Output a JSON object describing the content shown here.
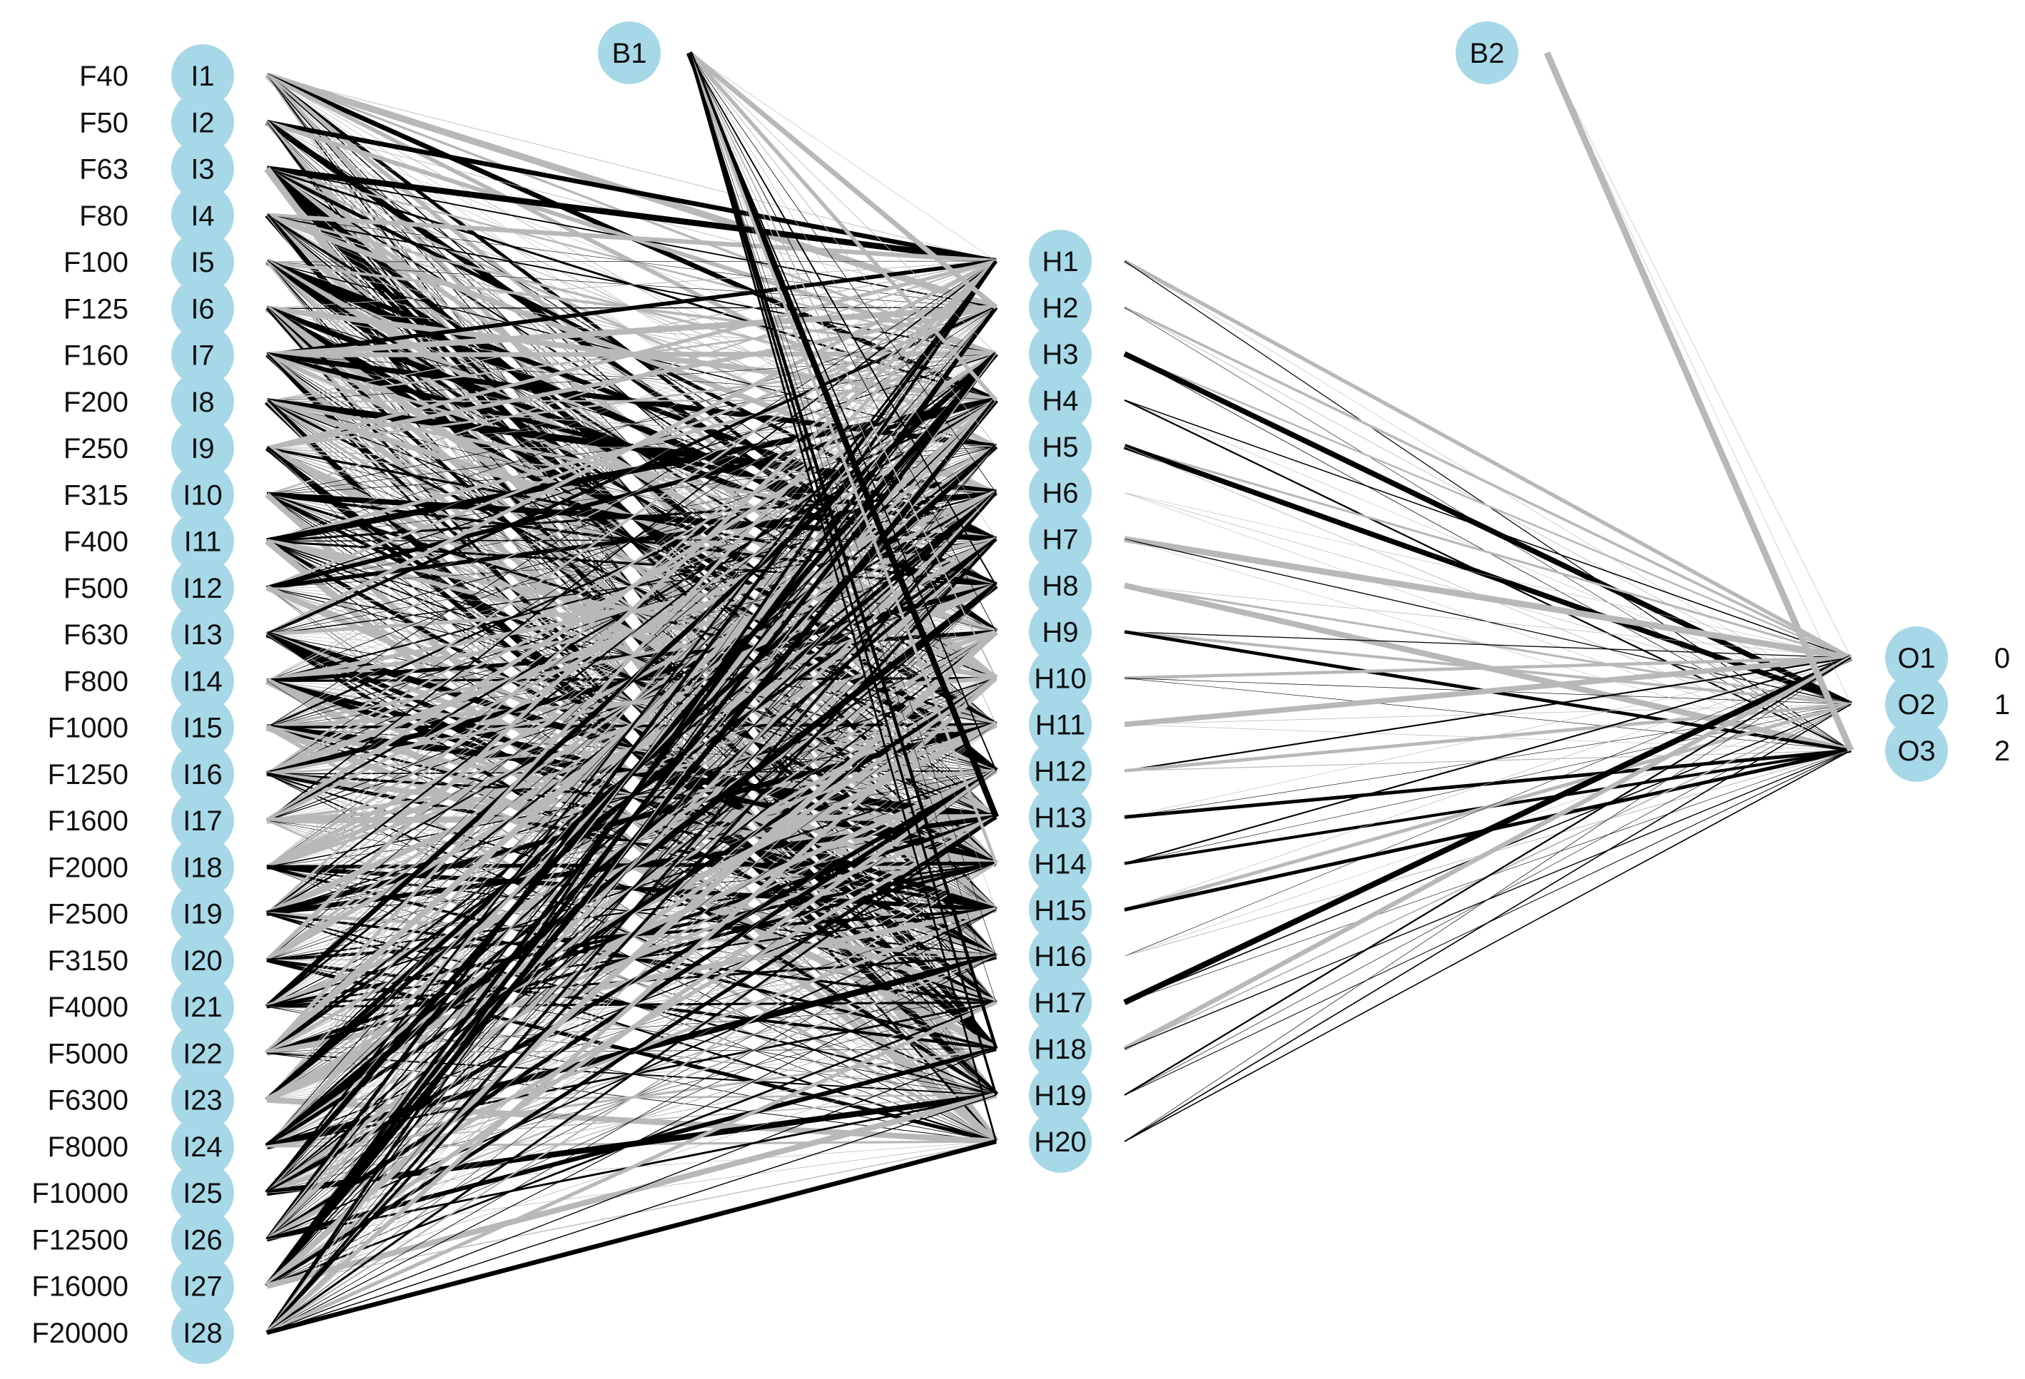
{
  "diagram": {
    "inputs": [
      {
        "id": "I1",
        "feature": "F40"
      },
      {
        "id": "I2",
        "feature": "F50"
      },
      {
        "id": "I3",
        "feature": "F63"
      },
      {
        "id": "I4",
        "feature": "F80"
      },
      {
        "id": "I5",
        "feature": "F100"
      },
      {
        "id": "I6",
        "feature": "F125"
      },
      {
        "id": "I7",
        "feature": "F160"
      },
      {
        "id": "I8",
        "feature": "F200"
      },
      {
        "id": "I9",
        "feature": "F250"
      },
      {
        "id": "I10",
        "feature": "F315"
      },
      {
        "id": "I11",
        "feature": "F400"
      },
      {
        "id": "I12",
        "feature": "F500"
      },
      {
        "id": "I13",
        "feature": "F630"
      },
      {
        "id": "I14",
        "feature": "F800"
      },
      {
        "id": "I15",
        "feature": "F1000"
      },
      {
        "id": "I16",
        "feature": "F1250"
      },
      {
        "id": "I17",
        "feature": "F1600"
      },
      {
        "id": "I18",
        "feature": "F2000"
      },
      {
        "id": "I19",
        "feature": "F2500"
      },
      {
        "id": "I20",
        "feature": "F3150"
      },
      {
        "id": "I21",
        "feature": "F4000"
      },
      {
        "id": "I22",
        "feature": "F5000"
      },
      {
        "id": "I23",
        "feature": "F6300"
      },
      {
        "id": "I24",
        "feature": "F8000"
      },
      {
        "id": "I25",
        "feature": "F10000"
      },
      {
        "id": "I26",
        "feature": "F12500"
      },
      {
        "id": "I27",
        "feature": "F16000"
      },
      {
        "id": "I28",
        "feature": "F20000"
      }
    ],
    "hidden": [
      "H1",
      "H2",
      "H3",
      "H4",
      "H5",
      "H6",
      "H7",
      "H8",
      "H9",
      "H10",
      "H11",
      "H12",
      "H13",
      "H14",
      "H15",
      "H16",
      "H17",
      "H18",
      "H19",
      "H20"
    ],
    "outputs": [
      {
        "id": "O1",
        "label": "0"
      },
      {
        "id": "O2",
        "label": "1"
      },
      {
        "id": "O3",
        "label": "2"
      }
    ],
    "bias_nodes": [
      "B1",
      "B2"
    ],
    "colors": {
      "node_fill": "#a6d8e7",
      "positive_edge": "#000000",
      "negative_edge": "#b8b8b8",
      "text": "#111111"
    }
  }
}
